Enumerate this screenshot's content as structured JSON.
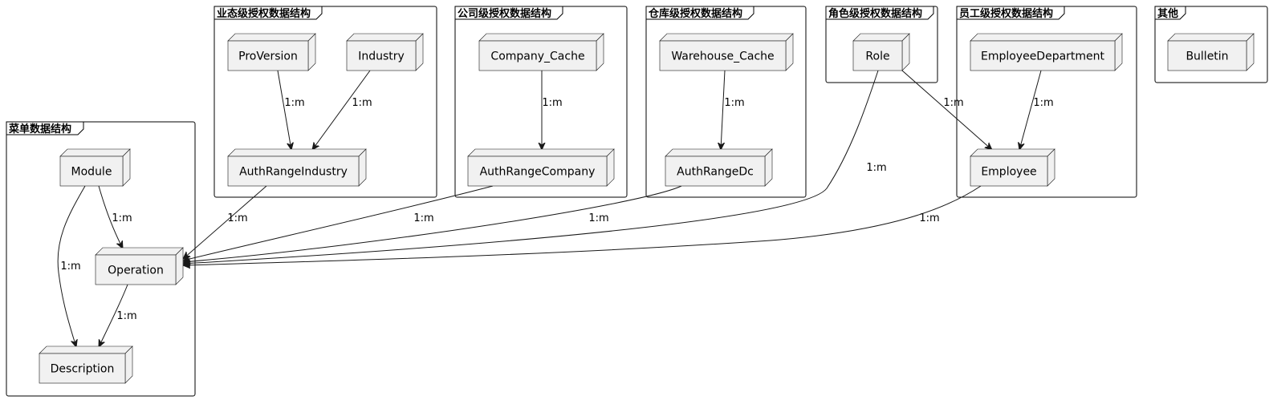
{
  "frames": [
    {
      "id": "menu",
      "title": "菜单数据结构"
    },
    {
      "id": "industry",
      "title": "业态级授权数据结构"
    },
    {
      "id": "company",
      "title": "公司级授权数据结构"
    },
    {
      "id": "warehouse",
      "title": "仓库级授权数据结构"
    },
    {
      "id": "role",
      "title": "角色级授权数据结构"
    },
    {
      "id": "employee",
      "title": "员工级授权数据结构"
    },
    {
      "id": "other",
      "title": "其他"
    }
  ],
  "nodes": [
    {
      "id": "Module",
      "label": "Module"
    },
    {
      "id": "Operation",
      "label": "Operation"
    },
    {
      "id": "Description",
      "label": "Description"
    },
    {
      "id": "ProVersion",
      "label": "ProVersion"
    },
    {
      "id": "Industry",
      "label": "Industry"
    },
    {
      "id": "AuthRangeIndustry",
      "label": "AuthRangeIndustry"
    },
    {
      "id": "Company_Cache",
      "label": "Company_Cache"
    },
    {
      "id": "AuthRangeCompany",
      "label": "AuthRangeCompany"
    },
    {
      "id": "Warehouse_Cache",
      "label": "Warehouse_Cache"
    },
    {
      "id": "AuthRangeDc",
      "label": "AuthRangeDc"
    },
    {
      "id": "Role",
      "label": "Role"
    },
    {
      "id": "EmployeeDepartment",
      "label": "EmployeeDepartment"
    },
    {
      "id": "Employee",
      "label": "Employee"
    },
    {
      "id": "Bulletin",
      "label": "Bulletin"
    }
  ],
  "edges": [
    {
      "from": "Module",
      "to": "Operation",
      "label": "1:m"
    },
    {
      "from": "Module",
      "to": "Description",
      "label": "1:m"
    },
    {
      "from": "Operation",
      "to": "Description",
      "label": "1:m"
    },
    {
      "from": "ProVersion",
      "to": "AuthRangeIndustry",
      "label": "1:m"
    },
    {
      "from": "Industry",
      "to": "AuthRangeIndustry",
      "label": "1:m"
    },
    {
      "from": "Company_Cache",
      "to": "AuthRangeCompany",
      "label": "1:m"
    },
    {
      "from": "Warehouse_Cache",
      "to": "AuthRangeDc",
      "label": "1:m"
    },
    {
      "from": "EmployeeDepartment",
      "to": "Employee",
      "label": "1:m"
    },
    {
      "from": "Role",
      "to": "Employee",
      "label": "1:m"
    },
    {
      "from": "AuthRangeIndustry",
      "to": "Operation",
      "label": "1:m"
    },
    {
      "from": "AuthRangeCompany",
      "to": "Operation",
      "label": "1:m"
    },
    {
      "from": "AuthRangeDc",
      "to": "Operation",
      "label": "1:m"
    },
    {
      "from": "Role",
      "to": "Operation",
      "label": "1:m"
    },
    {
      "from": "Employee",
      "to": "Operation",
      "label": "1:m"
    }
  ]
}
